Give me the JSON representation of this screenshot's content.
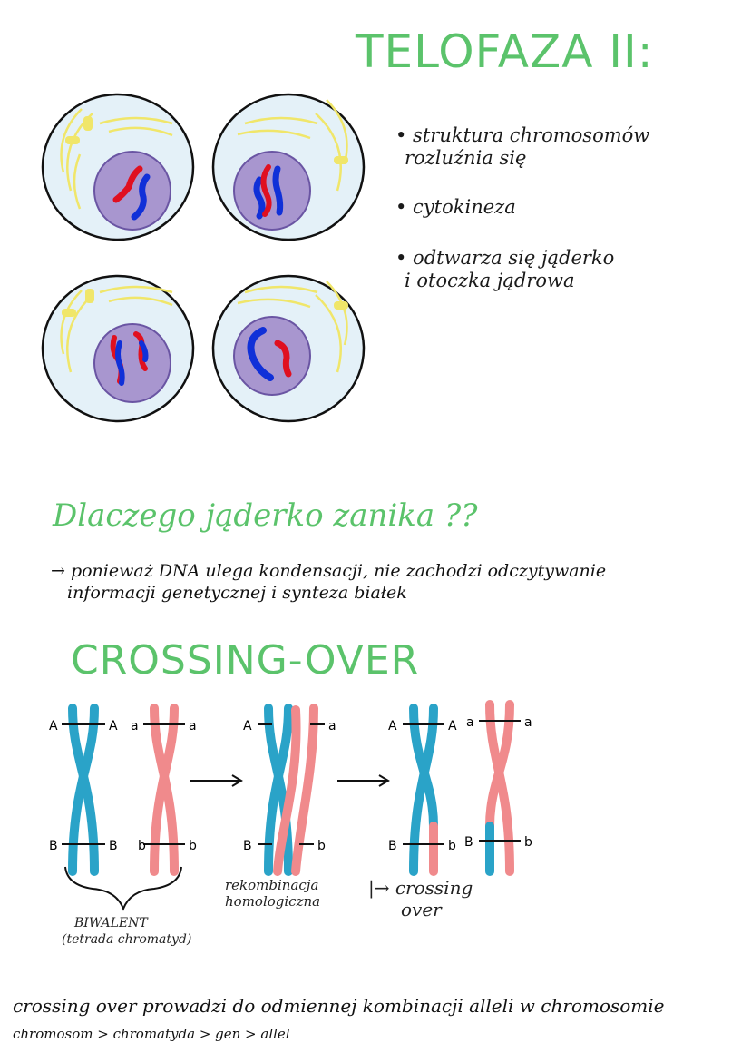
{
  "title": "TELOFAZA II:",
  "bullets": [
    {
      "line1": "• struktura chromosomów",
      "line2": "rozluźnia się"
    },
    {
      "line1": "• cytokineza",
      "line2": ""
    },
    {
      "line1": "• odtwarza się jąderko",
      "line2": "i otoczka jądrowa"
    }
  ],
  "question": "Dlaczego jąderko zanika ??",
  "answer": {
    "line1": "→ ponieważ DNA ulega kondensacji, nie zachodzi odczytywanie",
    "line2": "informacji genetycznej i synteza białek"
  },
  "crossing_title": "CROSSING-OVER",
  "alleles": {
    "A": "A",
    "a": "a",
    "B": "B",
    "b": "b"
  },
  "bivalent": {
    "label": "BIWALENT",
    "sub": "(tetrada chromatyd)"
  },
  "recombination": {
    "line1": "rekombinacja",
    "line2": "homologiczna"
  },
  "crossing_note": {
    "line1": "|→ crossing",
    "line2": "over"
  },
  "footer": {
    "line1": "crossing over prowadzi do odmiennej kombinacji alleli w chromosomie",
    "line2": "chromosom > chromatyda > gen > allel"
  },
  "colors": {
    "accent_green": "#5bc36b",
    "blue_chromatid": "#2aa3c8",
    "pink_chromatid": "#f08a8c",
    "cell_fill": "#e4f1f8",
    "nucleus_fill": "#a896cf",
    "spindle": "#f0e66a",
    "chromosome_red": "#e01020",
    "chromosome_blue": "#1030d8"
  }
}
